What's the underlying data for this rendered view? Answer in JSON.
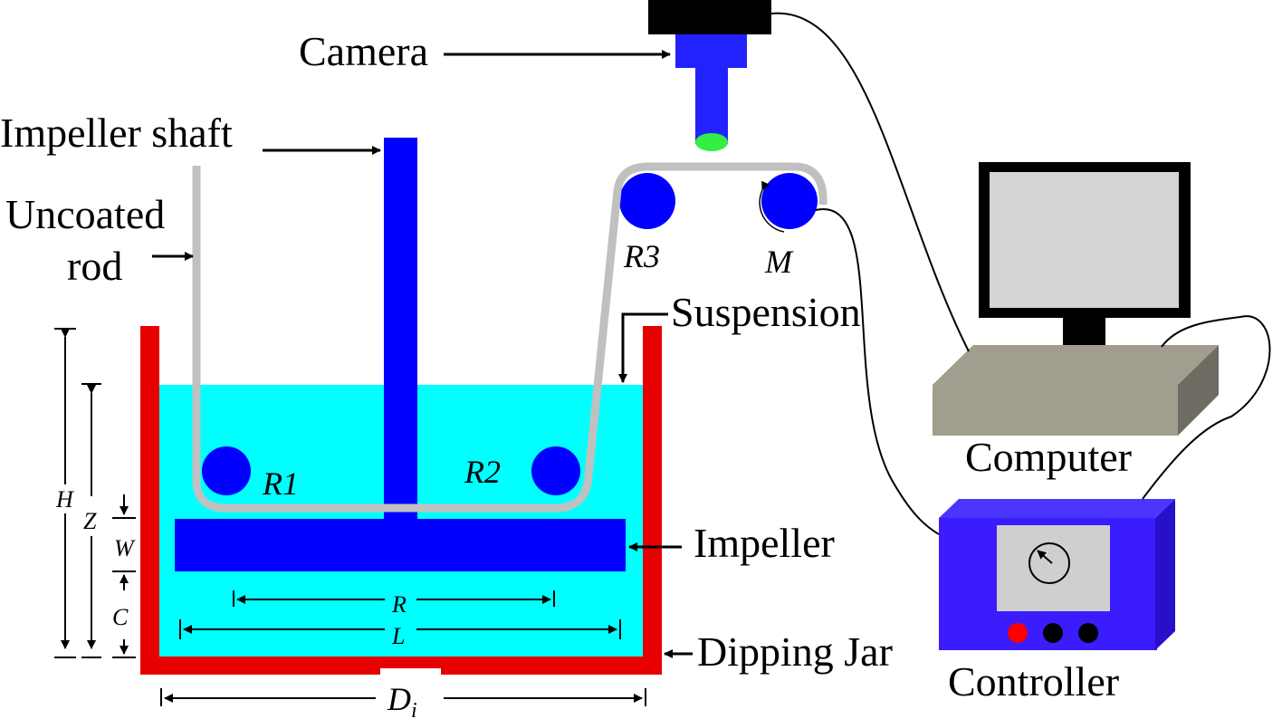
{
  "labels": {
    "camera": "Camera",
    "impeller_shaft": "Impeller shaft",
    "uncoated_line1": "Uncoated",
    "uncoated_line2": "rod",
    "suspension": "Suspension",
    "impeller": "Impeller",
    "dipping_jar": "Dipping Jar",
    "computer": "Computer",
    "controller": "Controller",
    "r1": "R1",
    "r2": "R2",
    "r3": "R3",
    "m": "M",
    "h": "H",
    "z": "Z",
    "w": "W",
    "c": "C",
    "r": "R",
    "l": "L",
    "d": "D",
    "d_sub": "i"
  },
  "colors": {
    "jar": "#e60000",
    "liquid": "#00ffff",
    "blue": "#0000ff",
    "rod": "#c0c0c0",
    "lens_tip": "#33ee44",
    "camera_body": "#000000",
    "monitor_screen": "#d4d4d4",
    "computer_case": "#a19d8f",
    "controller_body": "#3a1cff",
    "controller_screen": "#cfcfcf",
    "button_red": "#ff0000",
    "button_black": "#000000"
  },
  "icons": {
    "camera": "camera-icon",
    "computer": "computer-icon",
    "controller": "controller-icon"
  }
}
